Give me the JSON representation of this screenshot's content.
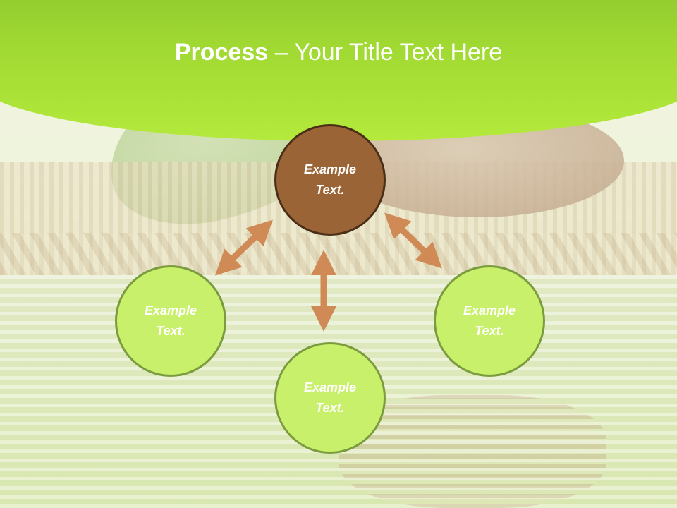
{
  "slide": {
    "title_bold": "Process",
    "title_rest": " – Your Title Text Here"
  },
  "diagram": {
    "center": {
      "line1": "Example",
      "line2": "Text."
    },
    "left": {
      "line1": "Example",
      "line2": "Text."
    },
    "bottom": {
      "line1": "Example",
      "line2": "Text."
    },
    "right": {
      "line1": "Example",
      "line2": "Text."
    }
  },
  "colors": {
    "header_green": "#9fd832",
    "center_fill": "#9b6436",
    "center_border": "#4a2e17",
    "node_fill": "#c8f06a",
    "node_border": "#7b9c3e",
    "arrow": "#d08a55"
  }
}
